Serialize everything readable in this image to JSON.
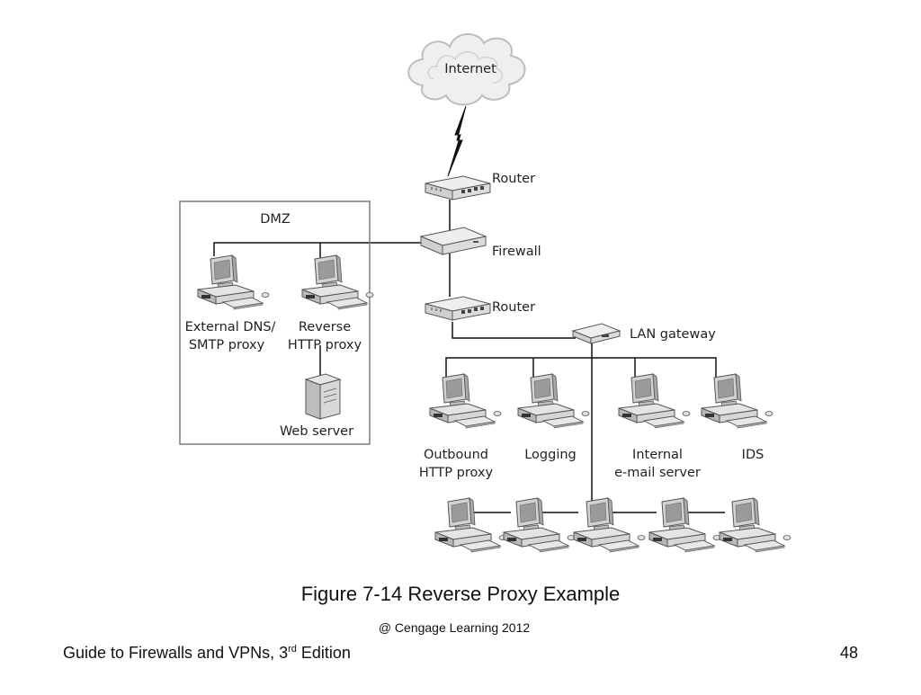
{
  "diagram": {
    "internet_label": "Internet",
    "router_top_label": "Router",
    "dmz_label": "DMZ",
    "firewall_label": "Firewall",
    "router_mid_label": "Router",
    "lan_gateway_label": "LAN gateway",
    "ext_dns_label_1": "External DNS/",
    "ext_dns_label_2": "SMTP proxy",
    "reverse_proxy_label_1": "Reverse",
    "reverse_proxy_label_2": "HTTP proxy",
    "web_server_label": "Web server",
    "outbound_label_1": "Outbound",
    "outbound_label_2": "HTTP proxy",
    "logging_label": "Logging",
    "internal_mail_label_1": "Internal",
    "internal_mail_label_2": "e-mail server",
    "ids_label": "IDS"
  },
  "caption": "Figure 7-14 Reverse Proxy Example",
  "copyright": "@ Cengage Learning 2012",
  "footer": {
    "book_title_prefix": "Guide to Firewalls and VPNs, 3",
    "book_title_sup": "rd",
    "book_title_suffix": " Edition",
    "page_number": "48"
  }
}
